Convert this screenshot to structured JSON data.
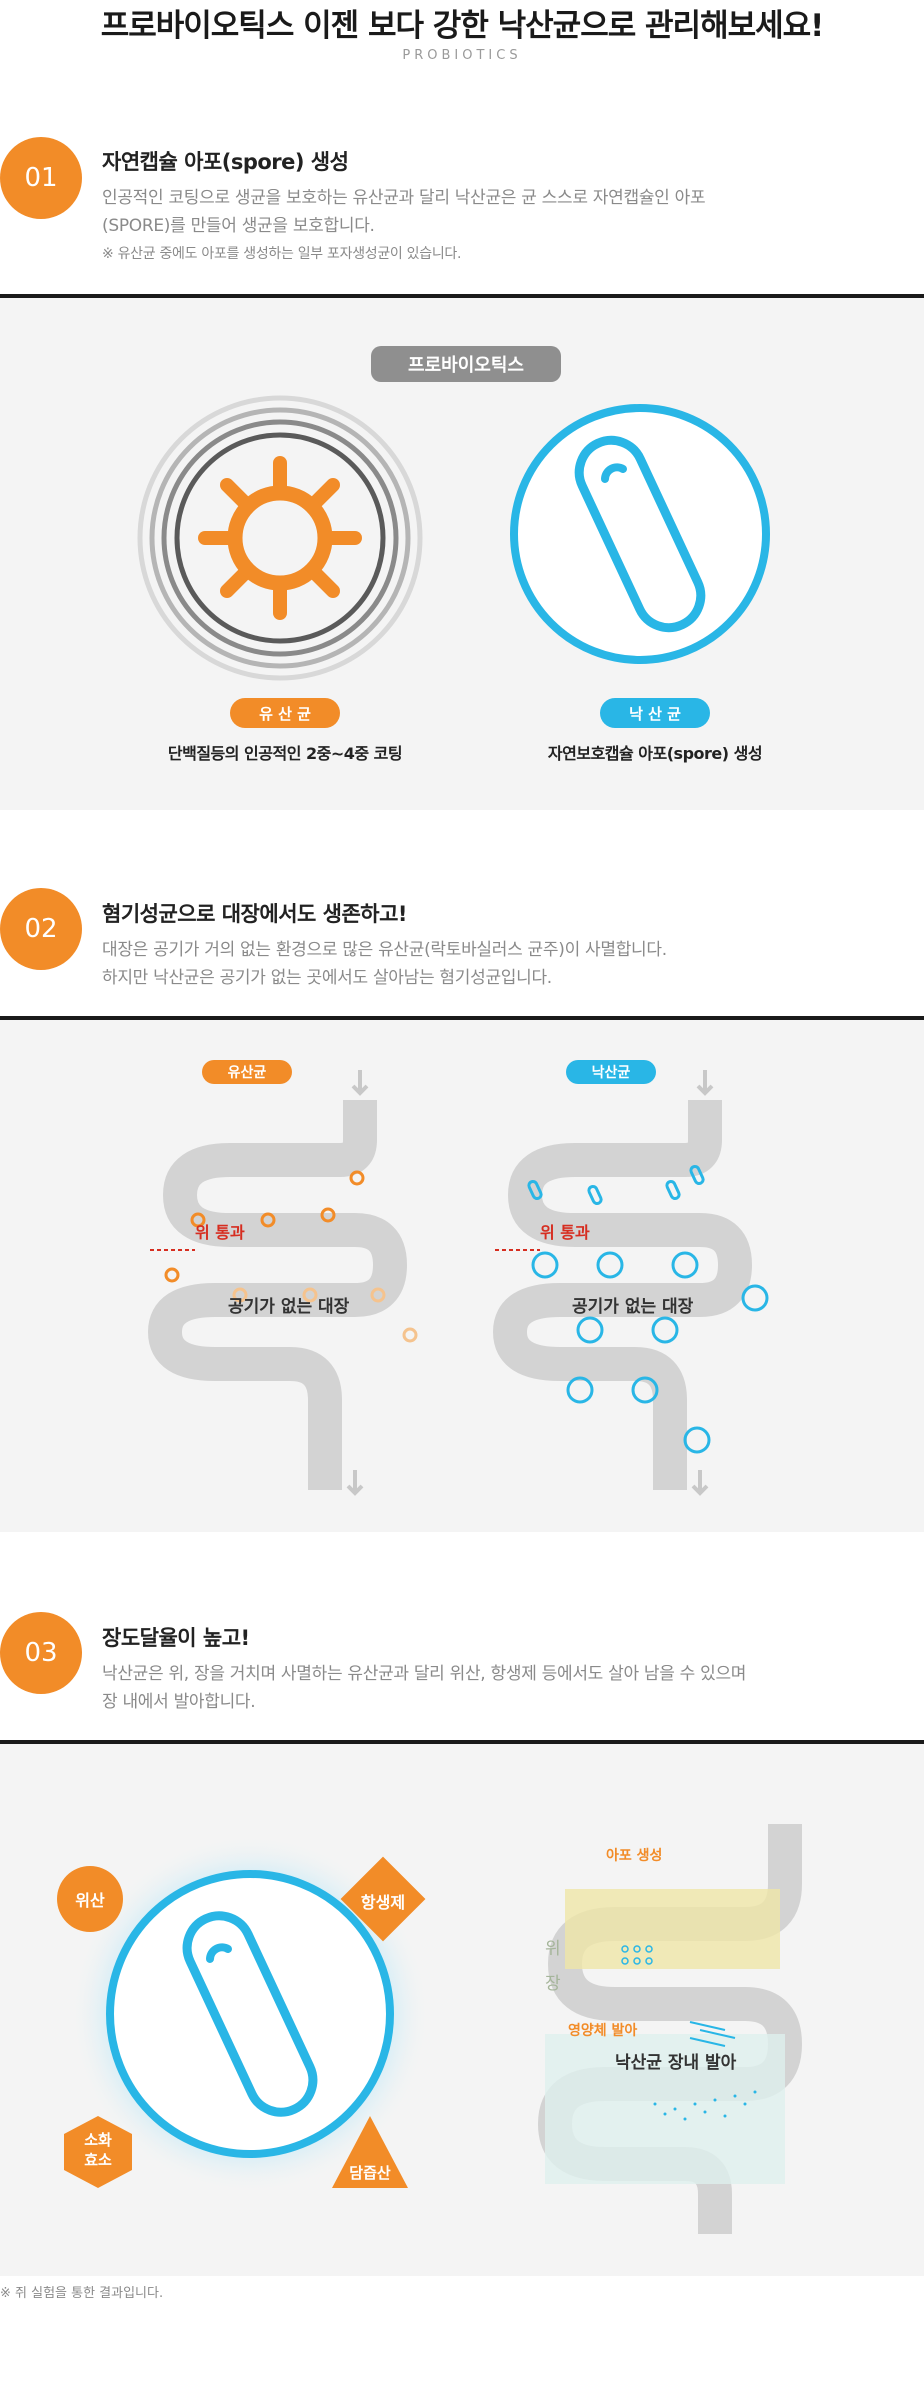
{
  "header": {
    "title": "프로바이오틱스 이젠 보다 강한 낙산균으로 관리해보세요!",
    "subtitle": "PROBIOTICS"
  },
  "sections": [
    {
      "number": "01",
      "heading": "자연캡슐 아포(spore) 생성",
      "desc_lines": [
        "인공적인 코팅으로 생균을 보호하는 유산균과 달리 낙산균은 균 스스로 자연캡슐인 아포",
        "(SPORE)를 만들어 생균을 보호합니다."
      ],
      "note": "※ 유산균 중에도 아포를 생성하는 일부 포자생성균이 있습니다."
    },
    {
      "number": "02",
      "heading": "혐기성균으로 대장에서도 생존하고!",
      "desc_lines": [
        "대장은 공기가 거의 없는 환경으로 많은 유산균(락토바실러스 균주)이 사멸합니다.",
        "하지만 낙산균은 공기가 없는 곳에서도 살아남는 혐기성균입니다."
      ]
    },
    {
      "number": "03",
      "heading": "장도달율이 높고!",
      "desc_lines": [
        "낙산균은 위, 장을 거치며 사멸하는 유산균과 달리 위산, 항생제 등에서도 살아 남을 수 있으며",
        "장 내에서 발아합니다."
      ]
    }
  ],
  "panel1": {
    "badge": "프로바이오틱스",
    "left_label": "유 산 균",
    "left_caption": "단백질등의 인공적인 2중~4중 코팅",
    "right_label": "낙 산 균",
    "right_caption": "자연보호캡슐 아포(spore) 생성"
  },
  "panel2": {
    "left_label": "유산균",
    "right_label": "낙산균",
    "stomach_label": "위 통과",
    "colon_label": "공기가 없는 대장"
  },
  "panel3": {
    "tag_acid": "위산",
    "tag_antibiotic": "항생제",
    "tag_enzyme_line1": "소화",
    "tag_enzyme_line2": "효소",
    "tag_bile": "담즙산",
    "spore_label": "아포 생성",
    "stomach_char1": "위",
    "stomach_char2": "장",
    "germinate_label": "영양체 발아",
    "intestine_label": "낙산균 장내 발아"
  },
  "footnote": "※ 쥐 실험을 통한 결과입니다.",
  "colors": {
    "orange": "#f28c28",
    "blue": "#29b6e6",
    "gray_pill": "#8f8f8f",
    "red_label": "#d62d20"
  }
}
